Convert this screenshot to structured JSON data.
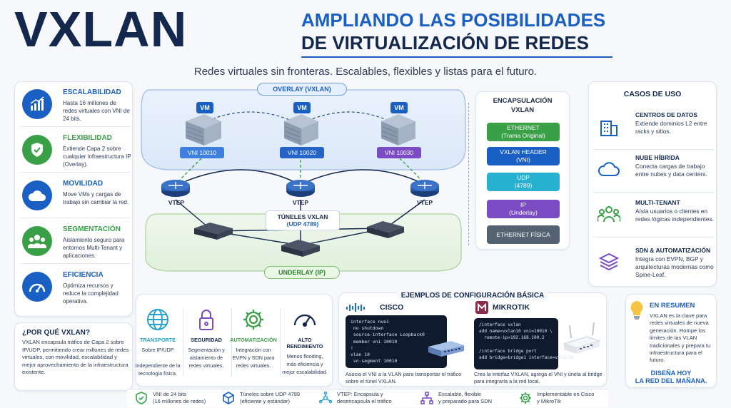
{
  "header": {
    "title": "VXLAN",
    "subtitle_line1": "AMPLIANDO LAS POSIBILIDADES",
    "subtitle_line2": "DE VIRTUALIZACIÓN DE REDES",
    "tagline": "Redes virtuales sin fronteras. Escalables, flexibles y listas para el futuro."
  },
  "left_features": [
    {
      "title": "ESCALABILIDAD",
      "desc": "Hasta 16 millones de redes virtuales con VNI de 24 bits.",
      "icon": "growth-chart-icon",
      "color": "#1a5fc4"
    },
    {
      "title": "FLEXIBILIDAD",
      "desc": "Extiende Capa 2 sobre cualquier infraestructura IP (Overlay).",
      "icon": "shield-check-icon",
      "color": "#3aa048"
    },
    {
      "title": "MOVILIDAD",
      "desc": "Move VMs y cargas de trabajo sin cambiar la red.",
      "icon": "cloud-icon",
      "color": "#1a5fc4"
    },
    {
      "title": "SEGMENTACIÓN",
      "desc": "Aislamiento seguro para entornos Multi-Tenant y aplicaciones.",
      "icon": "users-icon",
      "color": "#3aa048"
    },
    {
      "title": "EFICIENCIA",
      "desc": "Optimiza recursos y reduce la complejidad operativa.",
      "icon": "gauge-icon",
      "color": "#1a5fc4"
    }
  ],
  "why": {
    "title": "¿POR QUÉ VXLAN?",
    "text": "VXLAN encapsula tráfico de Capa 2 sobre IP/UDP, permitiendo crear millones de redes virtuales, con movilidad, escalabilidad y mejor aprovechamiento de la infraestructura existente."
  },
  "diagram": {
    "overlay_label": "OVERLAY (VXLAN)",
    "underlay_label": "UNDERLAY (IP)",
    "vm_label": "VM",
    "vnis": [
      "VNI 10010",
      "VNI 10020",
      "VNI 10030"
    ],
    "vni_colors": [
      "#3e7fe0",
      "#2563c9",
      "#7a4bc2"
    ],
    "vtep_label": "VTEP",
    "tunnel_title": "TÚNELES VXLAN",
    "tunnel_sub": "(UDP 4789)"
  },
  "encapsulation": {
    "title_line1": "ENCAPSULACIÓN",
    "title_line2": "VXLAN",
    "layers": [
      {
        "name": "ETHERNET",
        "sub": "(Trama Original)",
        "color": "#3aa048"
      },
      {
        "name": "VXLAN HEADER",
        "sub": "(VNI)",
        "color": "#1a5fc4"
      },
      {
        "name": "UDP",
        "sub": "(4789)",
        "color": "#27b0d0"
      },
      {
        "name": "IP",
        "sub": "(Underlay)",
        "color": "#7a4bc2"
      },
      {
        "name": "ETHERNET FÍSICA",
        "sub": "",
        "color": "#546272"
      }
    ]
  },
  "use_cases": {
    "title": "CASOS DE USO",
    "items": [
      {
        "title": "CENTROS DE DATOS",
        "desc": "Extiende dominios L2 entre racks y sitios.",
        "icon": "building-icon"
      },
      {
        "title": "NUBE HÍBRIDA",
        "desc": "Conecta cargas de trabajo entre nubes y data centers.",
        "icon": "cloud-icon"
      },
      {
        "title": "MULTI-TENANT",
        "desc": "Aísla usuarios o clientes en redes lógicas independientes.",
        "icon": "users-icon"
      },
      {
        "title": "SDN & AUTOMATIZACIÓN",
        "desc": "Integra con EVPN, BGP y arquitecturas modernas como Spine-Leaf.",
        "icon": "layers-icon"
      }
    ]
  },
  "bottom_features": [
    {
      "title": "TRANSPORTE",
      "desc": "Sobre IP/UDP\n\nIndependiente de la tecnología física.",
      "icon": "globe-icon",
      "color": "#27a3c9"
    },
    {
      "title": "SEGURIDAD",
      "desc": "Segmentación y aislamiento de redes virtuales.",
      "icon": "lock-icon",
      "color": "#7a4bc2"
    },
    {
      "title": "AUTOMATIZACIÓN",
      "desc": "Integración con EVPN y SDN para redes virtuales.",
      "icon": "gear-icon",
      "color": "#3aa048"
    },
    {
      "title": "ALTO RENDIMIENTO",
      "desc": "Menos flooding, más eficiencia y mejor escalabilidad.",
      "icon": "gauge-icon",
      "color": "#13284c"
    }
  ],
  "config": {
    "title": "EJEMPLOS DE CONFIGURACIÓN BÁSICA",
    "cisco": {
      "brand": "CISCO",
      "code": "interface nve1\n no shutdown\n source-interface Loopback0\n member vni 10010\n!\nvlan 10\n vn-segment 10010",
      "caption": "Asocia el VNI a la VLAN para transportar el tráfico sobre el túnel VXLAN."
    },
    "mikrotik": {
      "brand": "MIKROTIK",
      "code": "/interface vxlan\nadd name=vxlan10 vni=10010 \\\n  remote-ip=192.168.100.2\n\n/interface bridge port\nadd bridge=bridge1 interface=vxlan10",
      "caption": "Crea la interfaz VXLAN, agrega el VNI y únela al bridge para integrarla a la red local."
    }
  },
  "summary": {
    "title": "EN RESUMEN",
    "text": "VXLAN es la clave para redes virtuales de nueva generación. Rompe los límites de las VLAN tradicionales y prepara tu infraestructura para el futuro.",
    "cta_line1": "DISEÑA HOY",
    "cta_line2": "LA RED DEL MAÑANA."
  },
  "footer": [
    {
      "text": "VNI de 24 bits\n(16 millones de redes)",
      "icon": "check-shield-icon"
    },
    {
      "text": "Túneles sobre UDP 4789\n(eficiente y estándar)",
      "icon": "cube-icon"
    },
    {
      "text": "VTEP: Encapsula y\ndesencapsula el tráfico",
      "icon": "network-icon"
    },
    {
      "text": "Escalable, flexible\ny preparado para SDN",
      "icon": "hierarchy-icon"
    },
    {
      "text": "Implementable en Cisco\ny MikroTik",
      "icon": "gear-icon"
    }
  ]
}
